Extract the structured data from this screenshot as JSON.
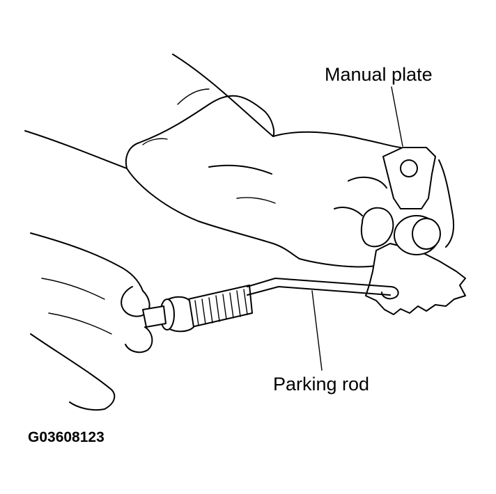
{
  "labels": {
    "manual_plate": "Manual plate",
    "parking_rod": "Parking rod"
  },
  "figure_code": "G03608123",
  "colors": {
    "ink": "#000000",
    "background": "#ffffff"
  }
}
